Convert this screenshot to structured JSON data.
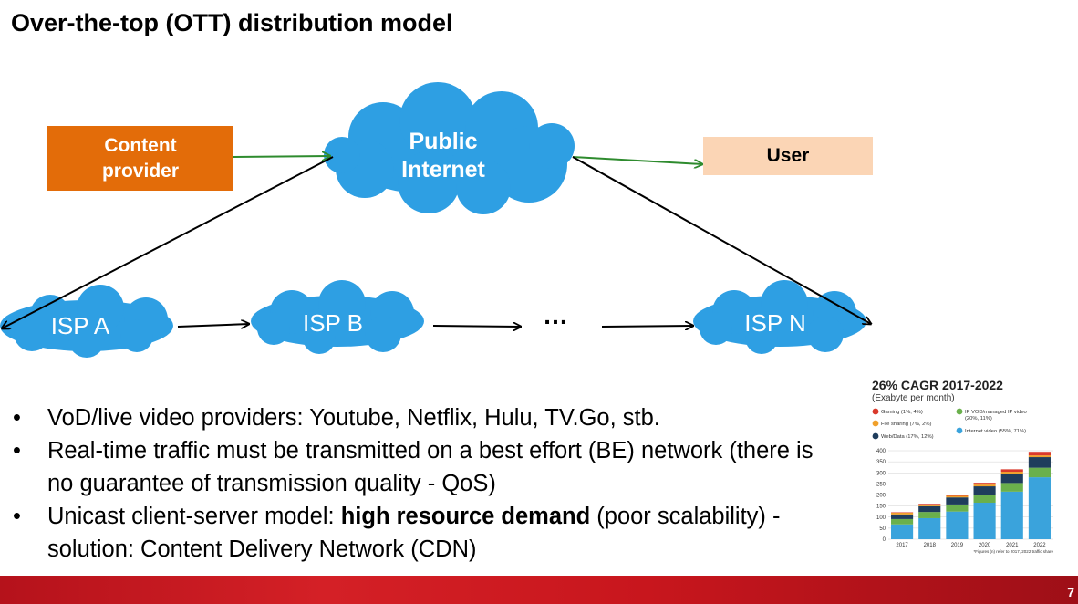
{
  "slide": {
    "title": "Over-the-top (OTT) distribution model",
    "page_number": "7"
  },
  "diagram": {
    "content_provider": "Content\nprovider",
    "internet": "Public\nInternet",
    "user": "User",
    "isp_a": "ISP A",
    "isp_b": "ISP B",
    "isp_n": "ISP N",
    "ellipsis": "…",
    "colors": {
      "content_provider": "#e36c09",
      "user": "#fbd5b5",
      "cloud": "#2e9fe3",
      "arrow_green": "#2e8b2e"
    }
  },
  "bullets": {
    "b1": "VoD/live video providers: Youtube, Netflix, Hulu, TV.Go, stb.",
    "b2": "Real-time traffic must be transmitted on a best effort (BE) network (there is no guarantee of transmission quality - QoS)",
    "b3_pre": "Unicast client-server model: ",
    "b3_bold": "high resource demand",
    "b3_post": " (poor scalability) - solution: Content Delivery Network (CDN)"
  },
  "chart_data": {
    "type": "bar",
    "title": "26% CAGR 2017-2022",
    "subtitle": "(Exabyte per month)",
    "footnote": "*Figures (n) refer to 2017, 2022 traffic share",
    "categories": [
      "2017",
      "2018",
      "2019",
      "2020",
      "2021",
      "2022"
    ],
    "ylim": [
      0,
      400
    ],
    "yticks": [
      0,
      50,
      100,
      150,
      200,
      250,
      300,
      350,
      400
    ],
    "legend": [
      {
        "label": "Gaming (1%, 4%)",
        "color": "#d9392b"
      },
      {
        "label": "File sharing (7%, 2%)",
        "color": "#f0a02a"
      },
      {
        "label": "Web/Data (17%, 12%)",
        "color": "#1f3d5c"
      },
      {
        "label": "IP VOD/managed IP video (20%, 11%)",
        "color": "#6ab04c"
      },
      {
        "label": "Internet video (55%, 71%)",
        "color": "#3aa3dc"
      }
    ],
    "series": [
      {
        "name": "Internet video (55%, 71%)",
        "color": "#3aa3dc",
        "values": [
          67,
          95,
          125,
          165,
          215,
          280
        ]
      },
      {
        "name": "IP VOD/managed IP video (20%, 11%)",
        "color": "#6ab04c",
        "values": [
          24,
          28,
          32,
          36,
          39,
          43
        ]
      },
      {
        "name": "Web/Data (17%, 12%)",
        "color": "#1f3d5c",
        "values": [
          21,
          26,
          32,
          38,
          43,
          48
        ]
      },
      {
        "name": "File sharing (7%, 2%)",
        "color": "#f0a02a",
        "values": [
          8,
          8,
          7,
          8,
          8,
          8
        ]
      },
      {
        "name": "Gaming (1%, 4%)",
        "color": "#d9392b",
        "values": [
          2,
          3,
          5,
          8,
          11,
          16
        ]
      }
    ]
  }
}
